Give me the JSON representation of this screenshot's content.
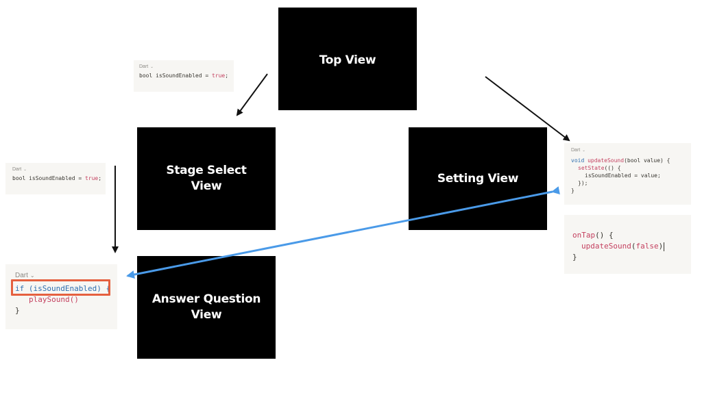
{
  "views": {
    "top": "Top View",
    "stage_select": "Stage Select View",
    "setting": "Setting View",
    "answer_question": "Answer Question View"
  },
  "code_top": {
    "language": "Dart",
    "line1": {
      "kw": "bool",
      "var": " isSoundEnabled = ",
      "val": "true",
      "end": ";"
    }
  },
  "code_left": {
    "language": "Dart",
    "line1": {
      "kw": "bool",
      "var": " isSoundEnabled = ",
      "val": "true",
      "end": ";"
    }
  },
  "code_answer": {
    "language": "Dart",
    "line1": "if (isSoundEnabled) {",
    "line2": "playSound()",
    "line3": "}"
  },
  "code_setting": {
    "language": "Dart",
    "line1": {
      "kw": "void",
      "fn": " updateSound",
      "rest": "(bool value) {"
    },
    "line2": {
      "fn": "setState",
      "rest": "(() {"
    },
    "line3": "isSoundEnabled = value;",
    "line4": "});",
    "line5": "}"
  },
  "code_ontap": {
    "line1": {
      "fn": "onTap",
      "rest": "() {"
    },
    "line2": {
      "fn": "updateSound",
      "open": "(",
      "val": "false",
      "close": ")"
    },
    "line3": "}"
  },
  "colors": {
    "arrow": "#111111",
    "blue_arrow": "#4a9ae8",
    "highlight": "#e5603f",
    "code_bg": "#f7f6f3"
  }
}
